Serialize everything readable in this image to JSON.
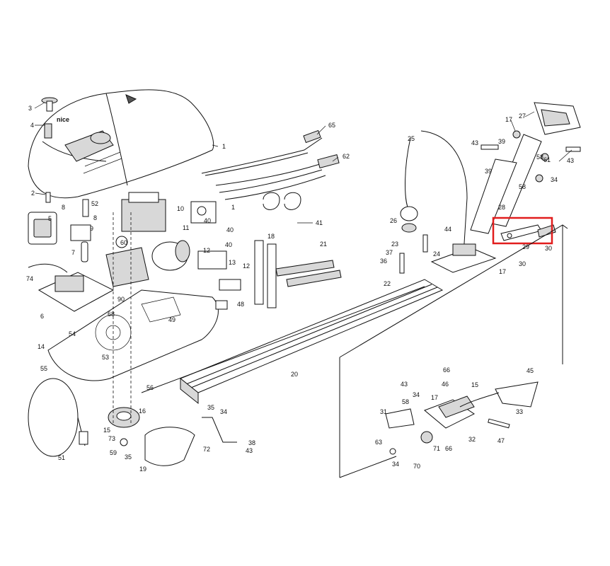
{
  "brand": "nice",
  "highlight_color": "#e11d1d",
  "part_numbers": {
    "p1": "1",
    "p1b": "1",
    "p2": "2",
    "p3": "3",
    "p4": "4",
    "p5": "5",
    "p6": "6",
    "p7": "7",
    "p8": "8",
    "p8b": "8",
    "p9": "9",
    "p10": "10",
    "p11": "11",
    "p12": "12",
    "p12b": "12",
    "p13": "13",
    "p14": "14",
    "p15": "15",
    "p15b": "15",
    "p16": "16",
    "p17": "17",
    "p17b": "17",
    "p17c": "17",
    "p18": "18",
    "p19": "19",
    "p20": "20",
    "p21": "21",
    "p22": "22",
    "p23": "23",
    "p24": "24",
    "p25": "25",
    "p26": "26",
    "p27": "27",
    "p28": "28",
    "p29": "29",
    "p30": "30",
    "p30b": "30",
    "p31": "31",
    "p32": "32",
    "p33": "33",
    "p34": "34",
    "p34b": "34",
    "p34c": "34",
    "p34d": "34",
    "p35": "35",
    "p35b": "35",
    "p36": "36",
    "p37": "37",
    "p38": "38",
    "p39": "39",
    "p39b": "39",
    "p40": "40",
    "p40b": "40",
    "p40c": "40",
    "p41": "41",
    "p43": "43",
    "p43b": "43",
    "p43c": "43",
    "p43d": "43",
    "p44": "44",
    "p45": "45",
    "p46": "46",
    "p47": "47",
    "p48": "48",
    "p49": "49",
    "p51": "51",
    "p52": "52",
    "p53": "53",
    "p54": "54",
    "p55": "55",
    "p56": "56",
    "p58": "58",
    "p58b": "58",
    "p58c": "58",
    "p59": "59",
    "p60": "60",
    "p61": "61",
    "p62": "62",
    "p63": "63",
    "p65": "65",
    "p66": "66",
    "p66b": "66",
    "p68": "68",
    "p70": "70",
    "p71": "71",
    "p72": "72",
    "p73": "73",
    "p74": "74",
    "p90": "90"
  }
}
